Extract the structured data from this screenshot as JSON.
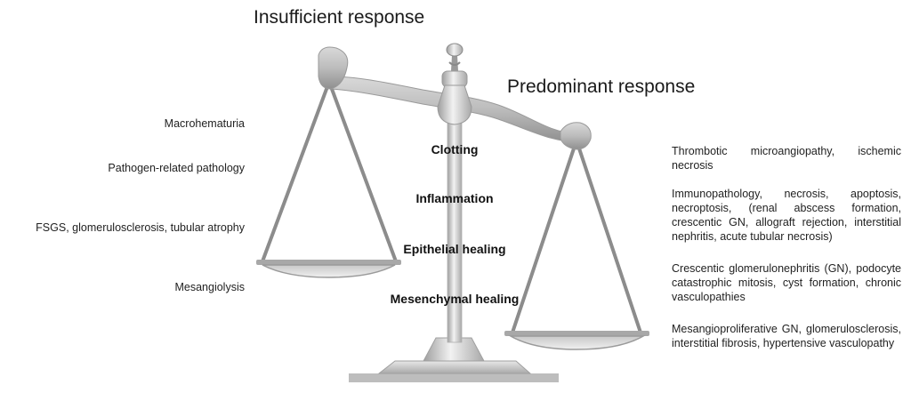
{
  "headings": {
    "insufficient": "Insufficient response",
    "predominant": "Predominant response"
  },
  "stages": [
    "Clotting",
    "Inflammation",
    "Epithelial healing",
    "Mesenchymal healing"
  ],
  "insufficient_items": [
    "Macrohematuria",
    "Pathogen-related pathology",
    "FSGS, glomerulosclerosis, tubular atrophy",
    "Mesangiolysis"
  ],
  "predominant_items": [
    "Thrombotic microangiopathy, ischemic necrosis",
    "Immunopathology, necrosis, apoptosis, necroptosis, (renal abscess formation, crescentic GN, allograft rejection, interstitial nephritis, acute tubular necrosis)",
    "Crescentic glomerulonephritis (GN), podocyte catastrophic mitosis, cyst formation, chronic vasculopathies",
    "Mesangioproliferative GN, glomerulosclerosis, interstitial fibrosis, hypertensive vasculopathy"
  ],
  "colors": {
    "metal_light": "#e6e6e6",
    "metal_mid": "#bdbdbd",
    "metal_dark": "#8a8a8a",
    "text": "#222222"
  }
}
